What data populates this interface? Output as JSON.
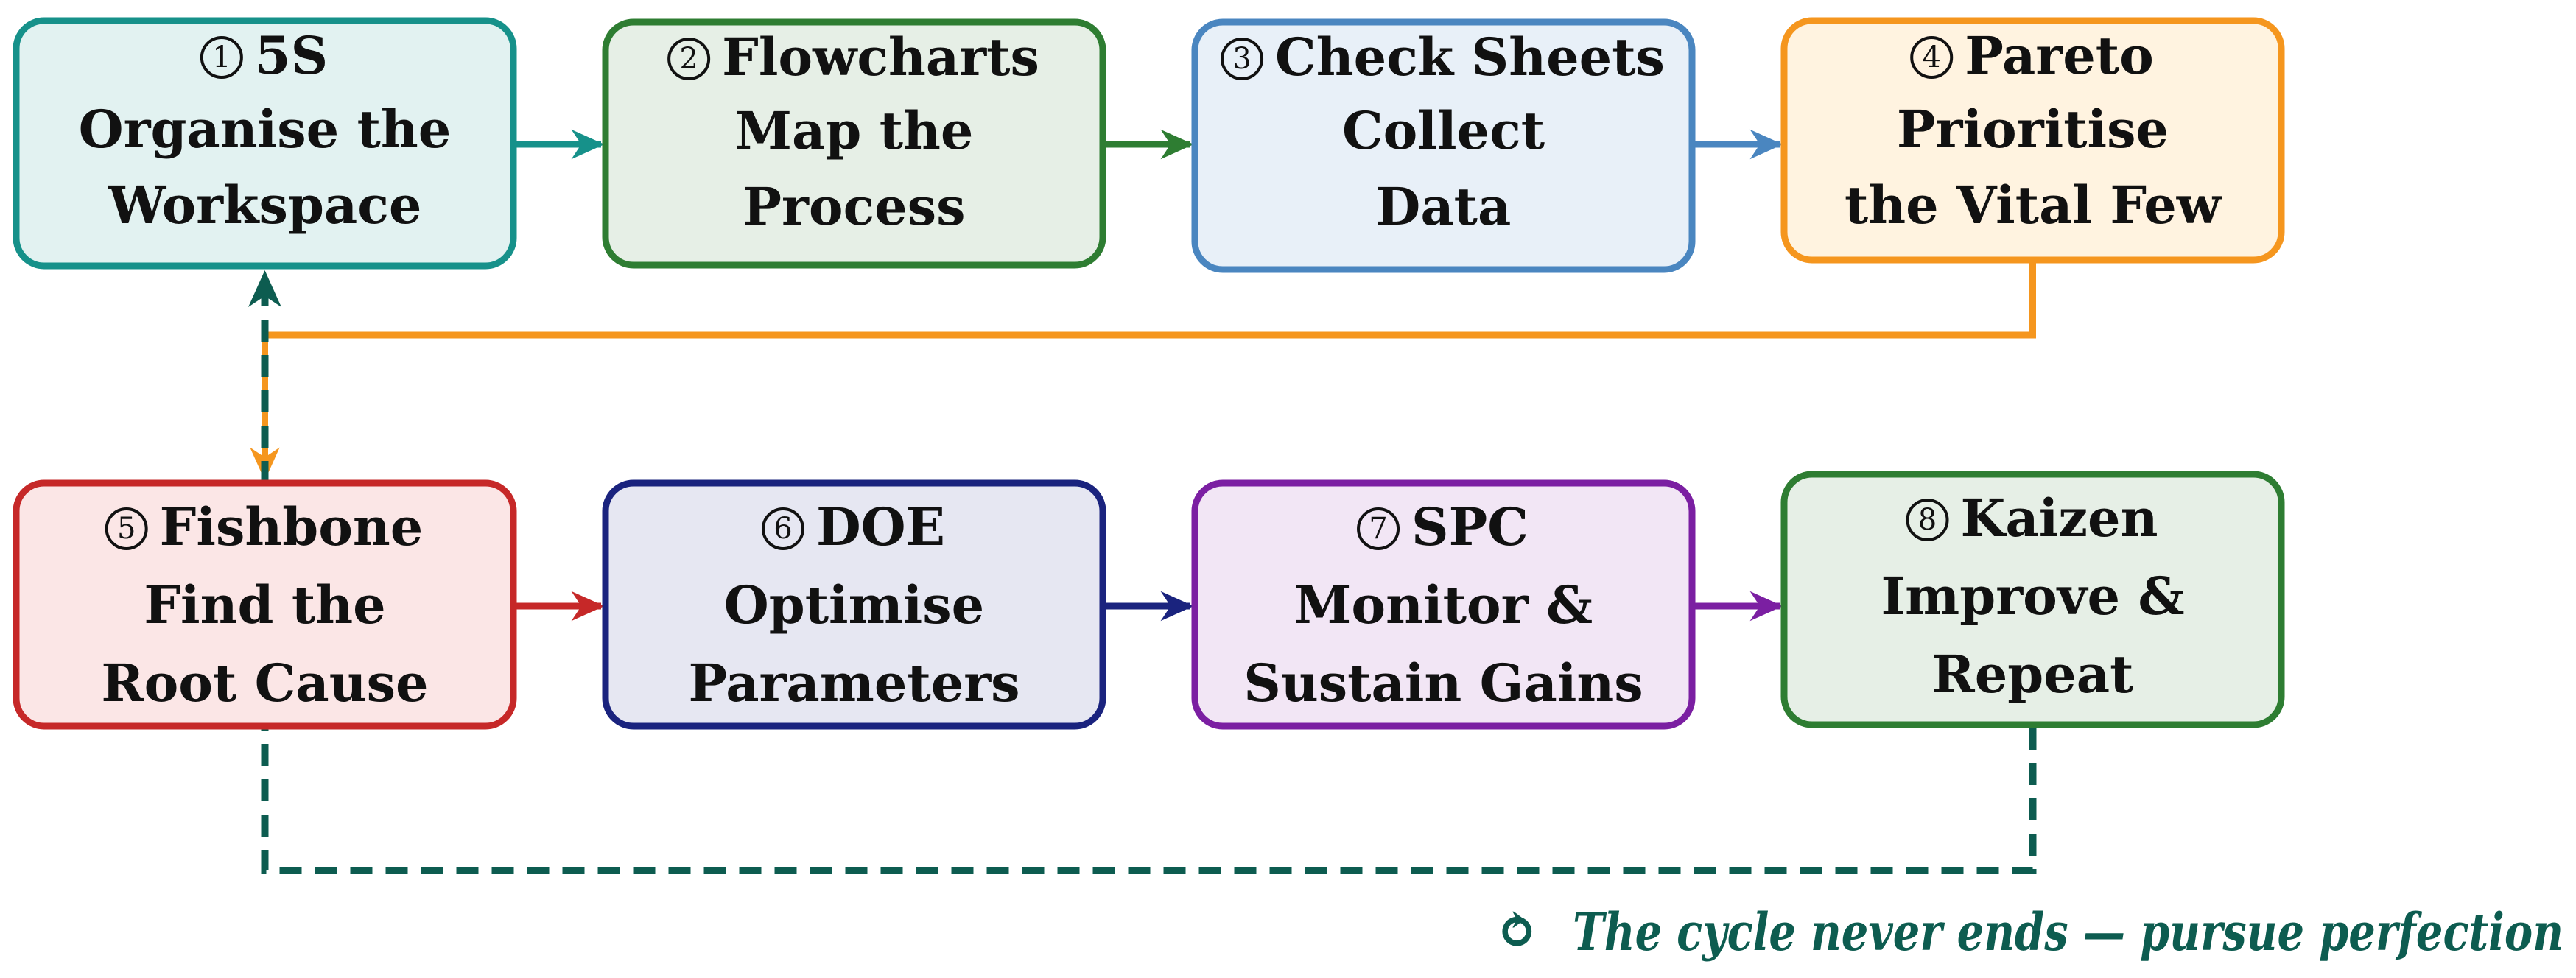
{
  "steps": [
    {
      "num": "1",
      "title": "5S",
      "lines": [
        "Organise the",
        "Workspace"
      ],
      "stroke": "#16918a",
      "fill": "#e2f2f1"
    },
    {
      "num": "2",
      "title": "Flowcharts",
      "lines": [
        "Map the",
        "Process"
      ],
      "stroke": "#2e7d32",
      "fill": "#e6efe6"
    },
    {
      "num": "3",
      "title": "Check Sheets",
      "lines": [
        "Collect",
        "Data"
      ],
      "stroke": "#4a86c0",
      "fill": "#e8f0f8"
    },
    {
      "num": "4",
      "title": "Pareto",
      "lines": [
        "Prioritise",
        "the Vital Few"
      ],
      "stroke": "#f5961e",
      "fill": "#fff3e0"
    },
    {
      "num": "5",
      "title": "Fishbone",
      "lines": [
        "Find the",
        "Root Cause"
      ],
      "stroke": "#c62828",
      "fill": "#fbe6e6"
    },
    {
      "num": "6",
      "title": "DOE",
      "lines": [
        "Optimise",
        "Parameters"
      ],
      "stroke": "#1a237e",
      "fill": "#e6e7f2"
    },
    {
      "num": "7",
      "title": "SPC",
      "lines": [
        "Monitor &",
        "Sustain Gains"
      ],
      "stroke": "#7b1fa2",
      "fill": "#f2e6f5"
    },
    {
      "num": "8",
      "title": "Kaizen",
      "lines": [
        "Improve &",
        "Repeat"
      ],
      "stroke": "#2e7d32",
      "fill": "#e6efe6"
    }
  ],
  "connectors": {
    "return_color": "#f5961e",
    "loop_color": "#0d5c50"
  },
  "footer": {
    "icon": "cycle-icon",
    "icon_glyph": "⥁",
    "text": "The cycle never ends — pursue perfection",
    "color": "#0d5c50"
  }
}
